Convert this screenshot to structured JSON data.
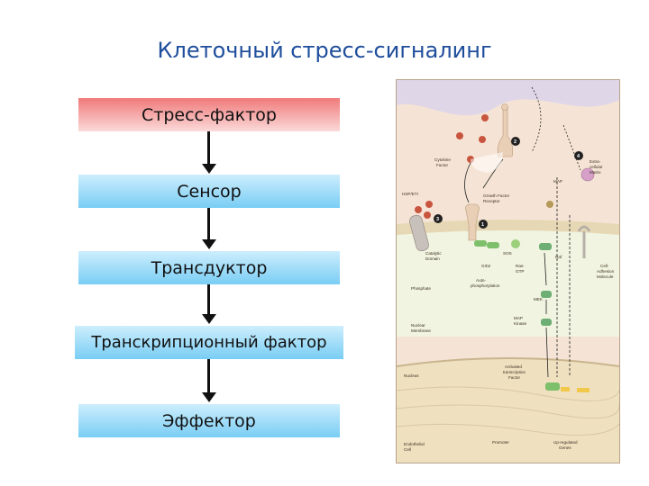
{
  "title": "Клеточный стресс-сигналинг",
  "steps": [
    "Стресс-фактор",
    "Сенсор",
    "Трансдуктор",
    "Транскрипционный фактор",
    "Эффектор"
  ],
  "figure": {
    "labels": {
      "l1": "Cytokine",
      "l1b": "Factor",
      "l2": "HSP/ETI",
      "l3": "Growth Factor",
      "l3b": "Receptor",
      "l4": "MAP",
      "l5": "Extra-",
      "l5b": "cellular",
      "l5c": "Matrix",
      "l6": "Catalytic",
      "l6b": "Domain",
      "l7": "Grb2",
      "l8": "SOS",
      "l9": "Ras-",
      "l9b": "GTP",
      "l10": "Raf",
      "l11": "MEK",
      "l12": "Cell-",
      "l12b": "Adhesion",
      "l12c": "Molecule",
      "l13": "Phosphate",
      "l14": "Auto-",
      "l14b": "phosphorylation",
      "l15": "MAP",
      "l15b": "Kinase",
      "l16": "Nuclear",
      "l16b": "Membrane",
      "l17": "Nucleus",
      "l18": "Activated",
      "l18b": "transcription",
      "l18c": "Factor",
      "l19": "Endothelial",
      "l19b": "Cell",
      "l20": "Promoter",
      "l21": "Up-regulated",
      "l21b": "Genes"
    },
    "markers": [
      "1",
      "2",
      "3",
      "4"
    ]
  }
}
